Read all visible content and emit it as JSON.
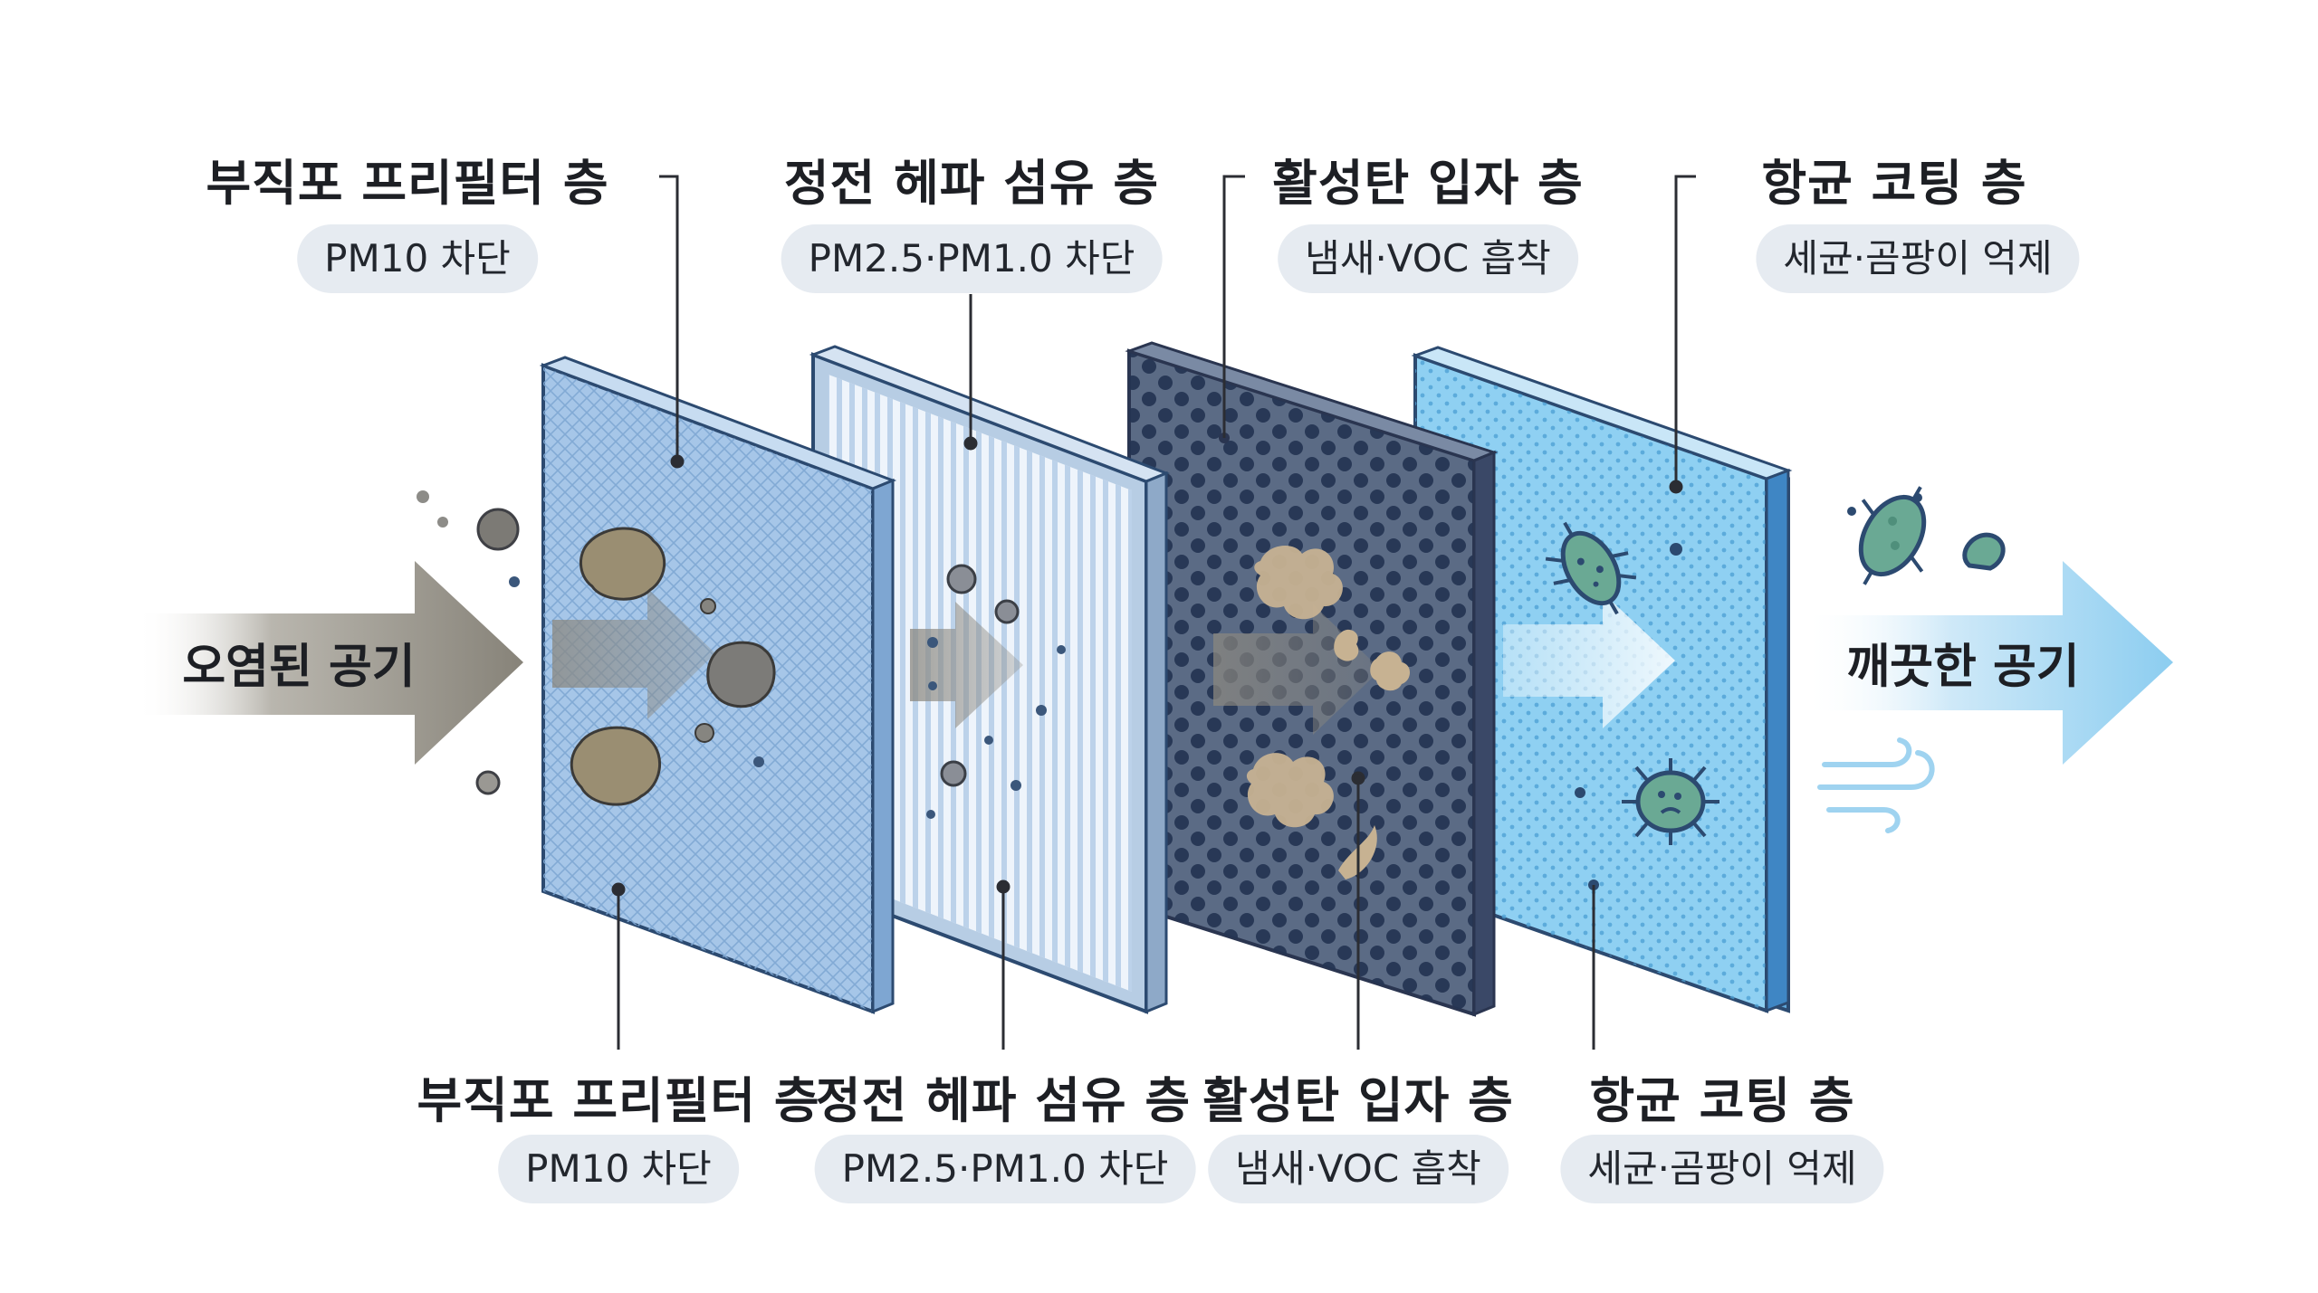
{
  "colors": {
    "dirty_arrow": "#8f8b82",
    "clean_arrow": "#9fd3f0",
    "layer1": "#a9c9ea",
    "layer2": "#e4eef8",
    "layer3": "#4f6180",
    "layer4": "#7ec7f0",
    "pill_bg": "#e6ebf1",
    "microbe": "#5e9c8a"
  },
  "flow": {
    "input_label": "오염된 공기",
    "output_label": "깨끗한 공기"
  },
  "layers": [
    {
      "name": "부직포 프리필터 층",
      "effect": "PM10 차단",
      "pattern": "mesh"
    },
    {
      "name": "정전 헤파 섬유 층",
      "effect": "PM2.5·PM1.0 차단",
      "pattern": "stripes"
    },
    {
      "name": "활성탄 입자 층",
      "effect": "냄새·VOC 흡착",
      "pattern": "granules"
    },
    {
      "name": "항균 코팅 층",
      "effect": "세균·곰팡이 억제",
      "pattern": "dots"
    }
  ],
  "icons": [
    "dust-particle-icon",
    "bacteria-icon",
    "wind-icon",
    "flow-arrow-icon"
  ]
}
